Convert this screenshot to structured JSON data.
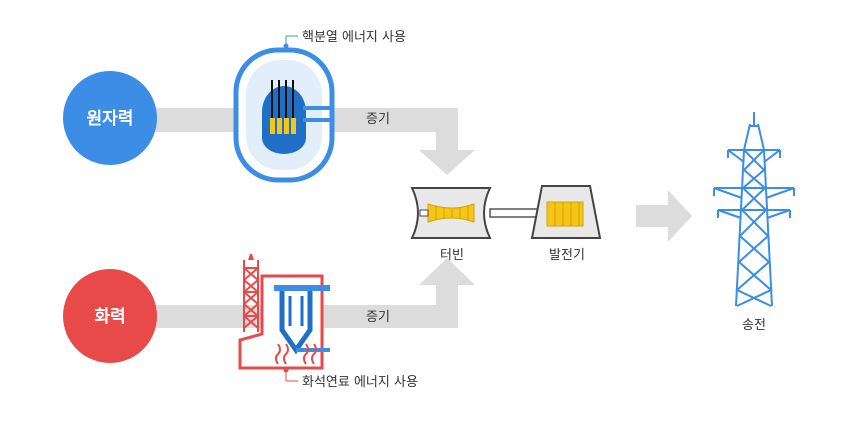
{
  "sources": {
    "nuclear": {
      "label": "원자력",
      "color": "#3b8de6"
    },
    "thermal": {
      "label": "화력",
      "color": "#e84a4a"
    }
  },
  "callouts": {
    "nuclear": "핵분열 에너지 사용",
    "thermal": "화석연료 에너지 사용"
  },
  "flow": {
    "steam_top": "증기",
    "steam_bottom": "증기",
    "turbine": "터빈",
    "generator": "발전기",
    "transmission": "송전"
  },
  "colors": {
    "arrow_gray": "#dcdcdc",
    "reactor_blue": "#1f6fc7",
    "rod_yellow": "#f5c518",
    "chimney_red": "#e84a4a"
  }
}
